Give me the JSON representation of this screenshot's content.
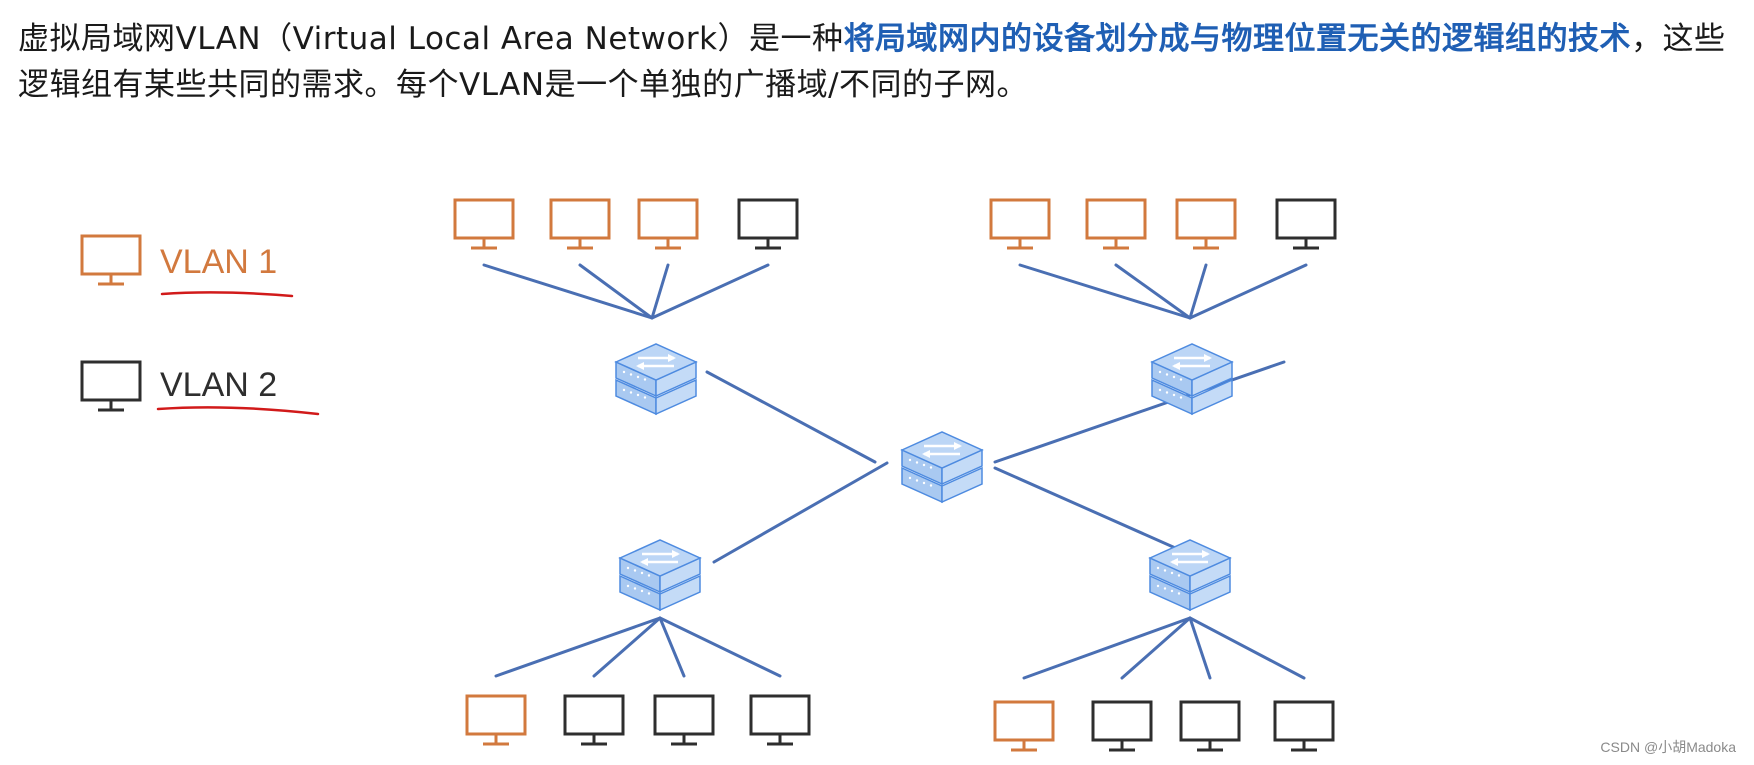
{
  "intro": {
    "line1_prefix": "虚拟局域网VLAN（Virtual Local Area Network）是一种",
    "line1_highlight": "将局域网内的设备划分成与物理位置无关的逻辑组",
    "line2_highlight": "的技术",
    "line2_suffix": "，这些逻辑组有某些共同的需求。每个VLAN是一个单独的广播域/不同的子网。"
  },
  "legend": {
    "vlan1_label": "VLAN 1",
    "vlan2_label": "VLAN 2"
  },
  "colors": {
    "vlan1": "#d2793e",
    "vlan2": "#2e2e2e",
    "link": "#4a6fb3",
    "switch_fill": "#bcd6f6",
    "switch_stroke": "#4e8be0",
    "underline": "#d11a1a",
    "highlight_text": "#1f5fb4"
  },
  "watermark": "CSDN @小胡Madoka",
  "diagram": {
    "core_switch": {
      "name": "core-switch"
    },
    "groups": [
      {
        "name": "top-left",
        "hosts": [
          "vlan1",
          "vlan1",
          "vlan1",
          "vlan2"
        ]
      },
      {
        "name": "top-right",
        "hosts": [
          "vlan1",
          "vlan1",
          "vlan1",
          "vlan2"
        ]
      },
      {
        "name": "bottom-left",
        "hosts": [
          "vlan1",
          "vlan2",
          "vlan2",
          "vlan2"
        ]
      },
      {
        "name": "bottom-right",
        "hosts": [
          "vlan1",
          "vlan2",
          "vlan2",
          "vlan2"
        ]
      }
    ]
  }
}
